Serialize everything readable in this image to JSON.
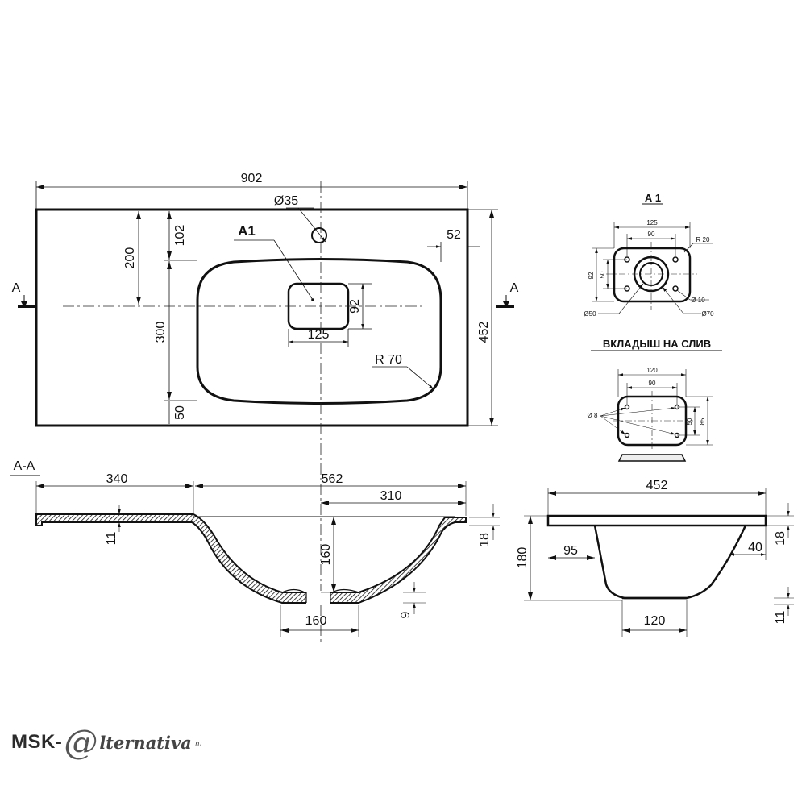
{
  "plan_view": {
    "overall_width": "902",
    "overall_depth": "452",
    "tap_hole": "Ø35",
    "overflow_callout": "A1",
    "dim_offset_200": "200",
    "dim_offset_102": "102",
    "dim_bowl_300": "300",
    "dim_offset_50": "50",
    "dim_edge_52": "52",
    "drain_width": "125",
    "drain_height": "92",
    "corner_radius": "R 70",
    "section_marker": "A"
  },
  "detail_a1": {
    "title": "А 1",
    "dim_125": "125",
    "dim_90": "90",
    "radius": "R 20",
    "dim_92": "92",
    "dim_50": "50",
    "dia_10": "Ø 10",
    "dia_50": "Ø50",
    "dia_70": "Ø70"
  },
  "insert": {
    "title": "ВКЛАДЫШ НА СЛИВ",
    "dim_120": "120",
    "dim_90": "90",
    "dia_8": "Ø 8",
    "dim_50": "50",
    "dim_85": "85"
  },
  "section_aa": {
    "label": "А-А",
    "dim_340": "340",
    "dim_562": "562",
    "dim_310": "310",
    "dim_11": "11",
    "dim_160_depth": "160",
    "dim_18": "18",
    "dim_160_base": "160",
    "dim_9": "9"
  },
  "side_view": {
    "dim_452": "452",
    "dim_180": "180",
    "dim_95": "95",
    "dim_40": "40",
    "dim_18": "18",
    "dim_11": "11",
    "dim_120": "120"
  },
  "logo": {
    "brand": "MSK-",
    "at_symbol": "@",
    "rest": "lternativa",
    "tld": ".ru"
  }
}
